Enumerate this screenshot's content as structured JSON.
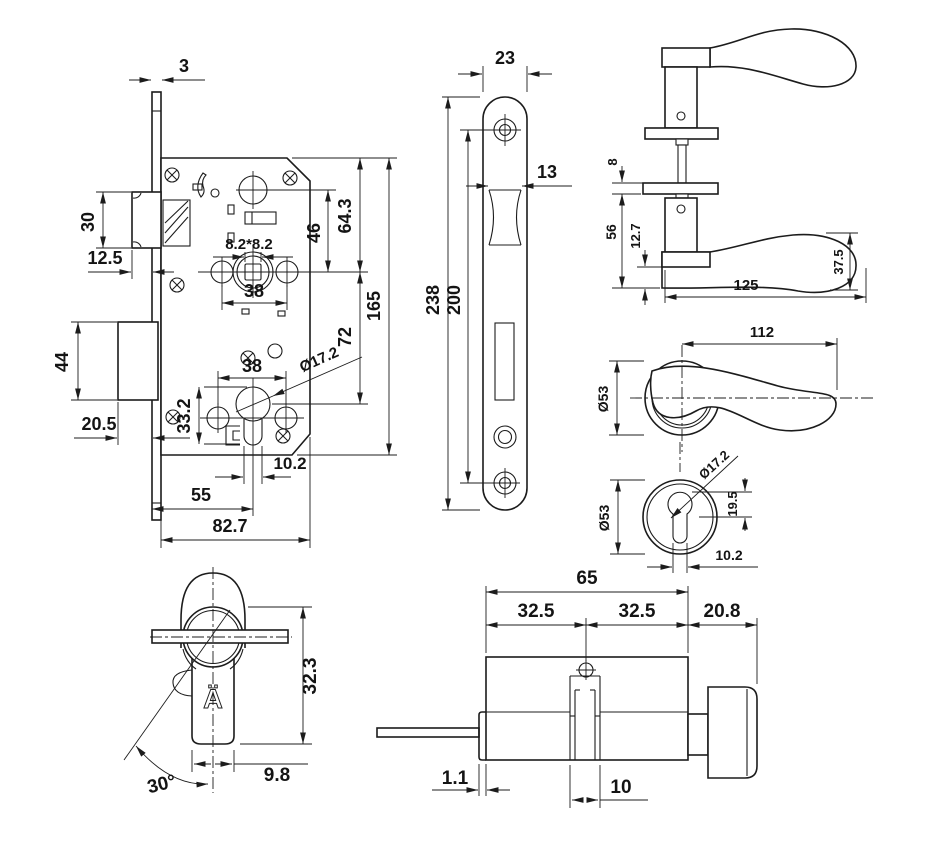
{
  "views": {
    "lock_body": {
      "dims": {
        "faceplate_thickness": "3",
        "latch_height": "30",
        "latch_projection": "12.5",
        "deadbolt_height": "44",
        "deadbolt_projection": "20.5",
        "follower_square": "8.2*8.2",
        "hub_to_follower": "46",
        "top_to_follower": "64.3",
        "handle_hole_spacing": "38",
        "case_height": "165",
        "follower_to_cylinder": "72",
        "cylinder_diameter": "Ø17.2",
        "cylinder_hole_spacing": "38",
        "cutout_height": "33.2",
        "cutout_slot_width": "10.2",
        "backset": "55",
        "case_depth": "82.7"
      }
    },
    "faceplate": {
      "dims": {
        "width": "23",
        "latch_width": "13",
        "length": "238",
        "screw_spacing": "200"
      }
    },
    "handles_side": {
      "dims": {
        "rose_thickness": "8",
        "rose_to_grip": "56",
        "grip_offset": "12.7",
        "grip_height": "37.5",
        "handle_length": "125"
      }
    },
    "handle_front": {
      "dims": {
        "handle_length": "112",
        "rose_diameter": "Ø53"
      }
    },
    "escutcheon": {
      "dims": {
        "rose_diameter": "Ø53",
        "profile_diameter": "Ø17.2",
        "profile_offset": "19.5",
        "slot_width": "10.2"
      }
    },
    "cylinder_end": {
      "logo": "Ä",
      "dims": {
        "profile_height": "32.3",
        "profile_width": "9.8",
        "rotation_angle": "30°"
      }
    },
    "cylinder_side": {
      "dims": {
        "total_length": "65",
        "outer_half": "32.5",
        "inner_half": "32.5",
        "thumbturn_length": "20.8",
        "cap_thickness": "1.1",
        "cam_width": "10"
      }
    }
  }
}
